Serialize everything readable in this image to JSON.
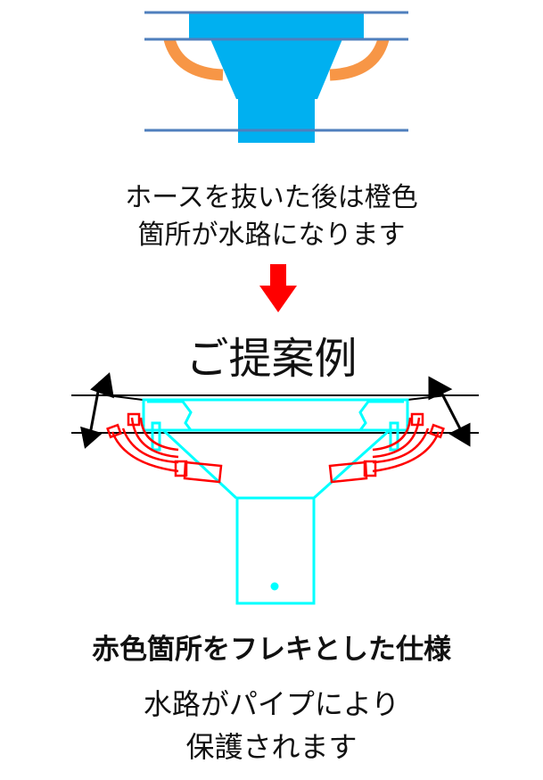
{
  "caption_before": {
    "line1": "ホースを抜いた後は橙色",
    "line2": "箇所が水路になります"
  },
  "proposal_title": "ご提案例",
  "spec_title": "赤色箇所をフレキとした仕様",
  "caption_after": {
    "line1": "水路がパイプにより",
    "line2": "保護されます"
  },
  "colors": {
    "pipe_blue": "#00b0f0",
    "hose_orange": "#f79646",
    "line_blue": "#4f7fbd",
    "cyan": "#00ffff",
    "flex_red": "#ff0000",
    "arrow_red": "#ff0000"
  }
}
